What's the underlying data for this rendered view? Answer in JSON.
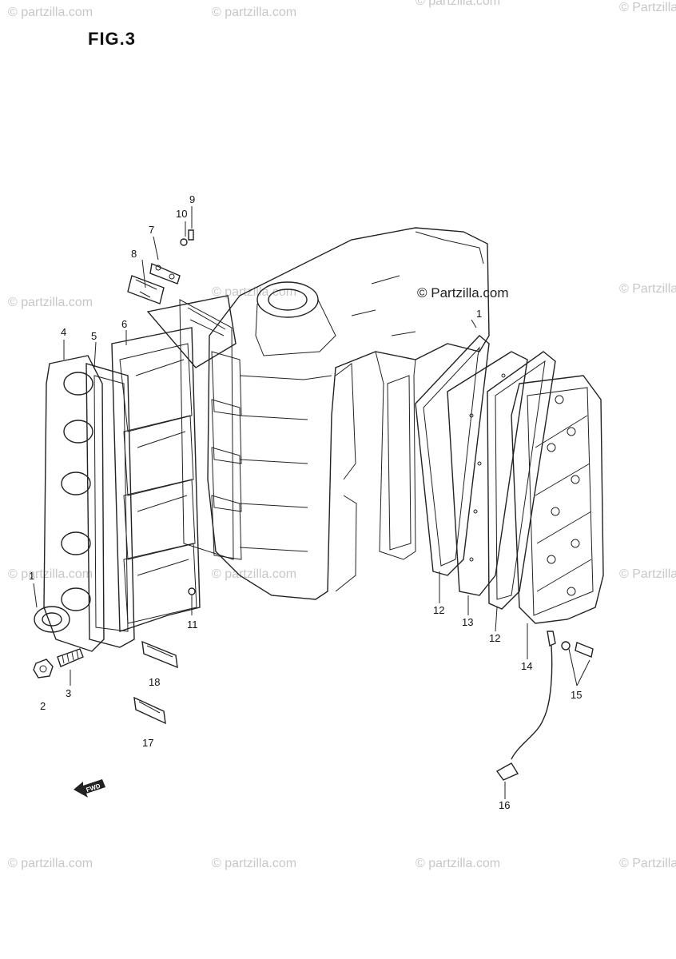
{
  "figure": {
    "title": "FIG.3"
  },
  "watermark": {
    "text": "© Partzilla.com",
    "text_lower": "© partzilla.com"
  },
  "direction_marker": {
    "text": "FWD",
    "icon": "arrow-left-icon"
  },
  "part_labels": {
    "p1": "1",
    "p2": "2",
    "p3": "3",
    "p4": "4",
    "p5": "5",
    "p6": "6",
    "p7": "7",
    "p8": "8",
    "p9": "9",
    "p10": "10",
    "p11": "11",
    "p12a": "12",
    "p12b": "12",
    "p13": "13",
    "p14": "14",
    "p15": "15",
    "p16": "16",
    "p17": "17",
    "p18": "18"
  }
}
